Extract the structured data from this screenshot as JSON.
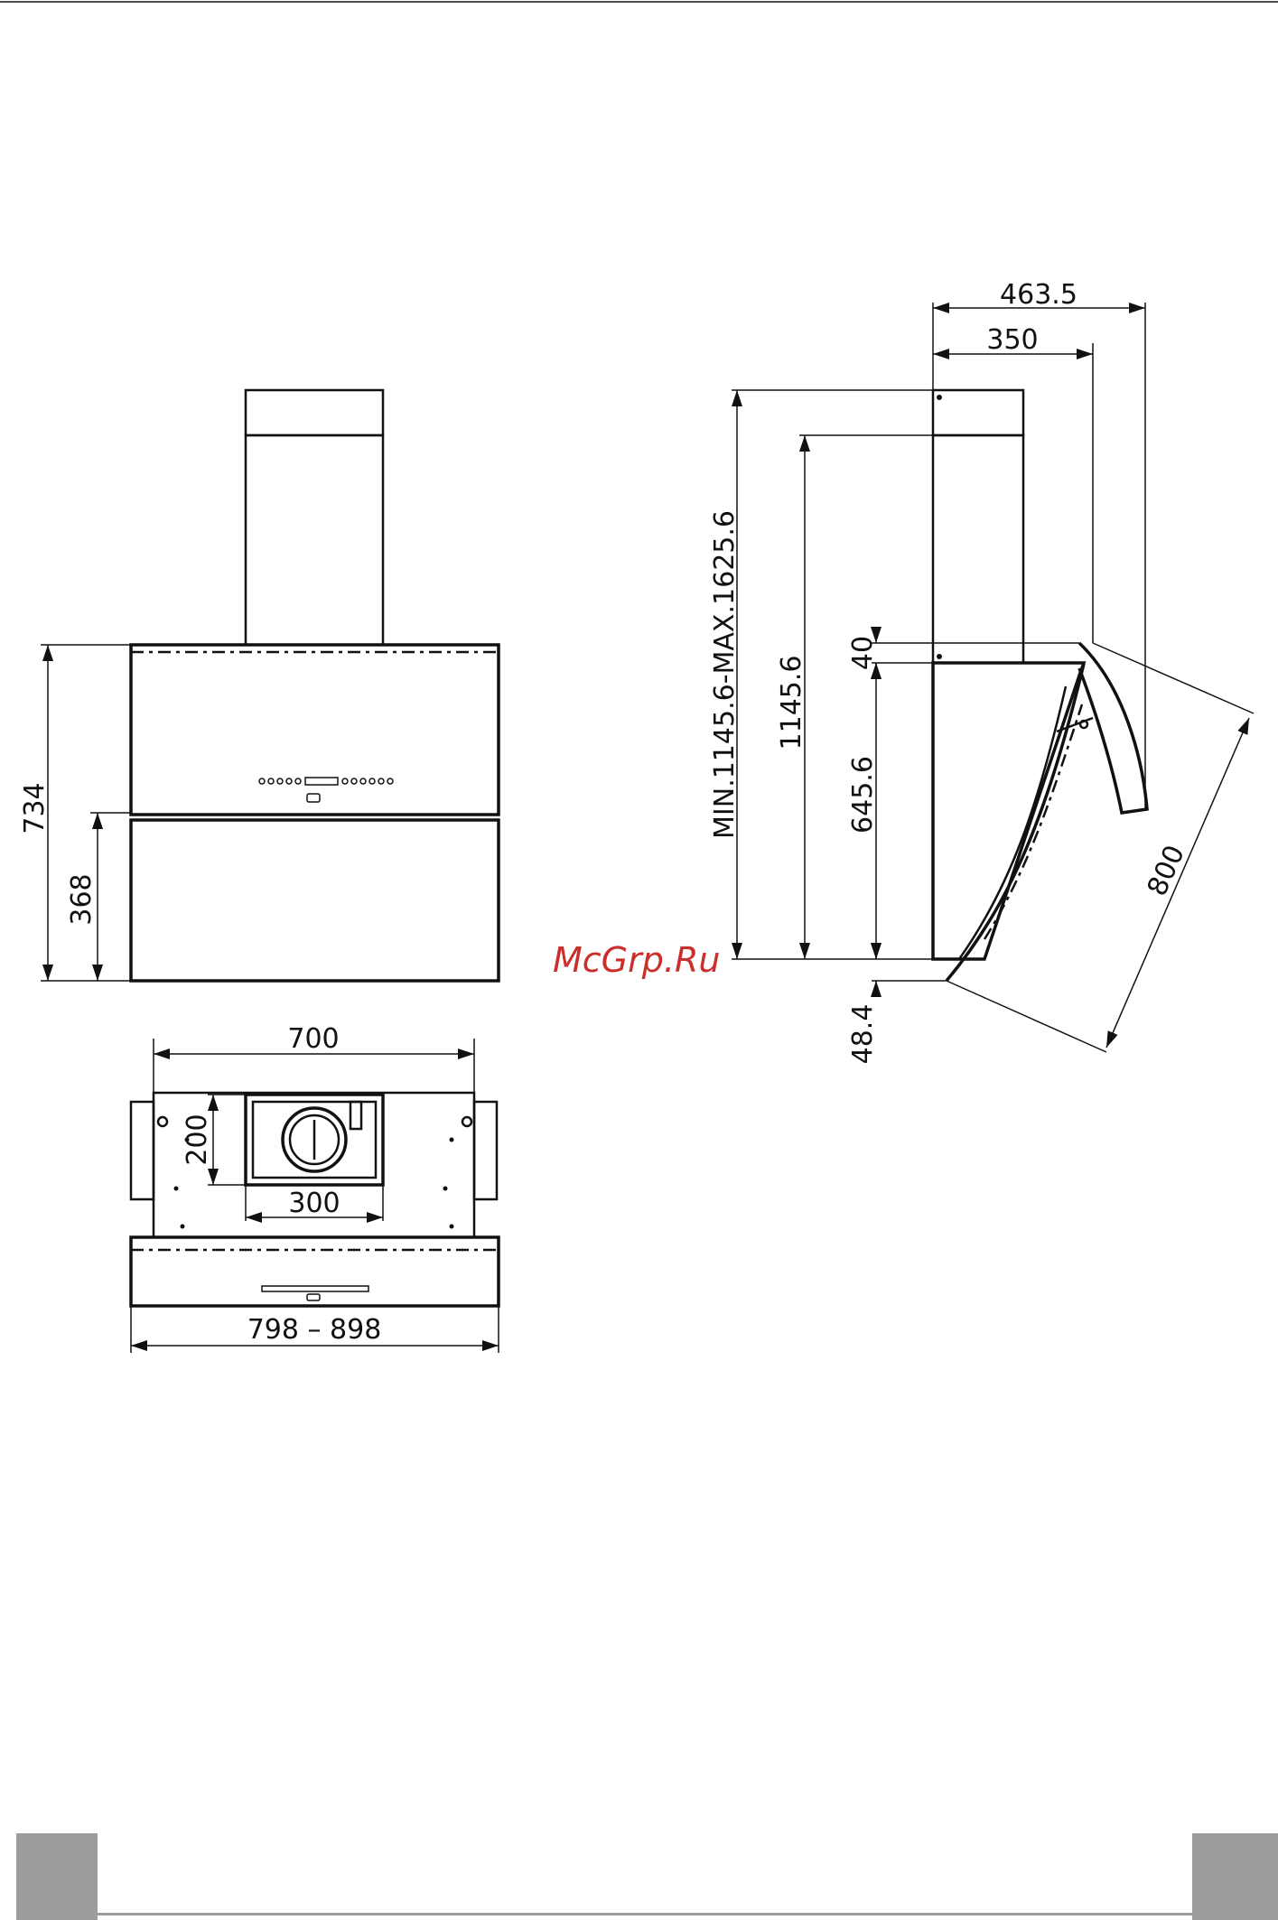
{
  "diagram": {
    "front_view": {
      "total_height": "734",
      "lower_height": "368"
    },
    "top_view": {
      "inner_width": "700",
      "outlet_depth": "200",
      "outlet_width": "300",
      "total_width": "798 – 898"
    },
    "side_view": {
      "total_depth": "463.5",
      "chimney_depth": "350",
      "height_range": "MIN.1145.6-MAX.1625.6",
      "height": "1145.6",
      "gap": "40",
      "body_height": "645.6",
      "bottom_offset": "48.4",
      "panel_length": "800"
    }
  },
  "watermark": "McGrp.Ru",
  "colors": {
    "line": "#111111",
    "watermark": "#c9302c",
    "footer": "#9c9c9c"
  }
}
